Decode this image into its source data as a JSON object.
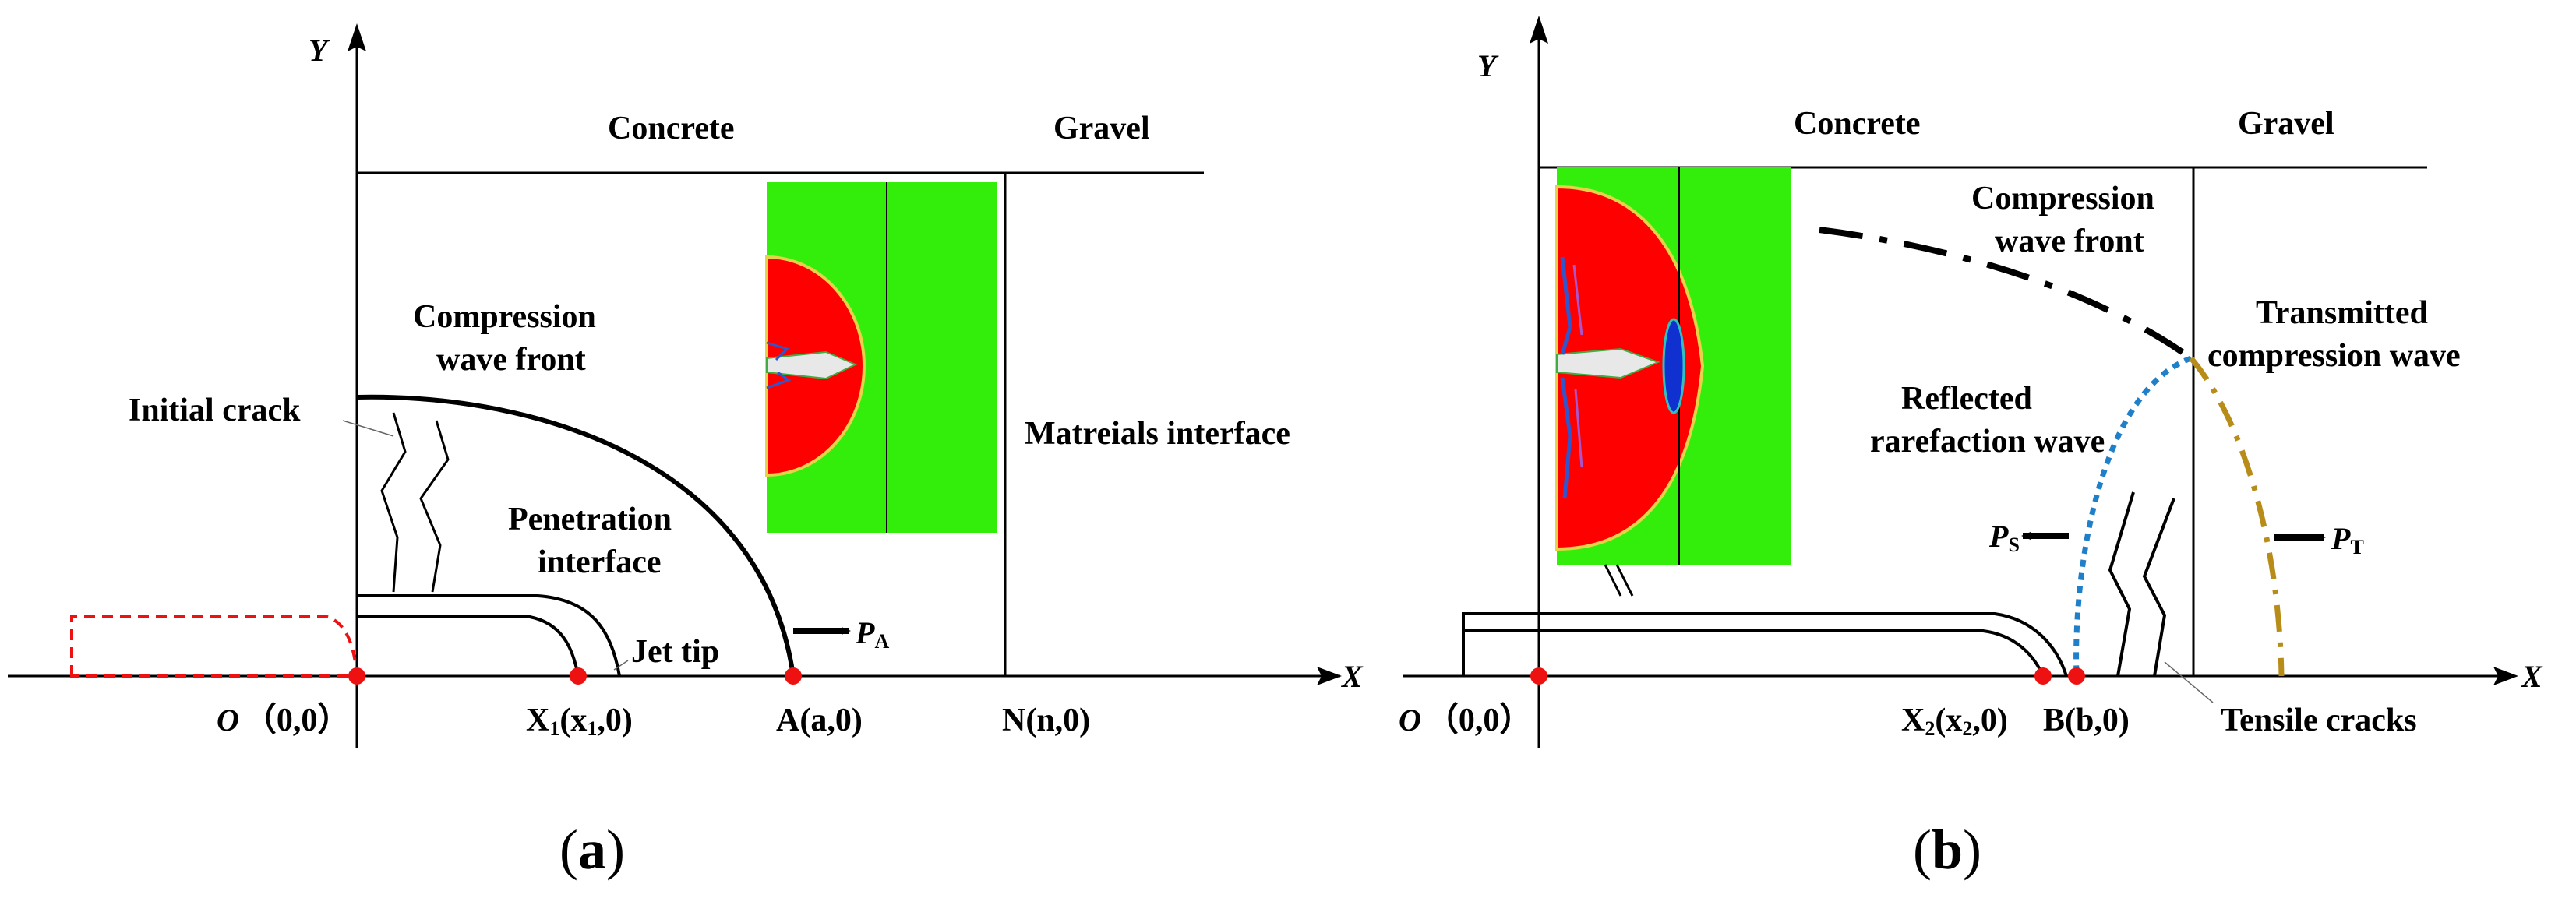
{
  "panels": [
    {
      "caption_open": "(",
      "caption_letter": "a",
      "caption_close": ")",
      "axis_x": "X",
      "axis_y": "Y",
      "material_left": "Concrete",
      "material_right": "Gravel",
      "labels": {
        "compression_line1": "Compression",
        "compression_line2": "wave front",
        "initial_crack": "Initial crack",
        "penetration_line1": "Penetration",
        "penetration_line2": "interface",
        "jet_tip": "Jet tip",
        "materials_interface": "Matreials interface",
        "pressure_symbol": "P",
        "pressure_sub": "A"
      },
      "points": {
        "origin_o": "O",
        "origin_coords": "（0,0）",
        "x1_prefix": "X",
        "x1_sub": "1",
        "x1_open": "(x",
        "x1_sub2": "1",
        "x1_close": ",0)",
        "a_point": "A(a,0)",
        "n_point": "N(n,0)"
      }
    },
    {
      "caption_open": "(",
      "caption_letter": "b",
      "caption_close": ")",
      "axis_x": "X",
      "axis_y": "Y",
      "material_left": "Concrete",
      "material_right": "Gravel",
      "labels": {
        "compression_line1": "Compression",
        "compression_line2": "wave front",
        "transmitted_line1": "Transmitted",
        "transmitted_line2": "compression wave",
        "reflected_line1": "Reflected",
        "reflected_line2": "rarefaction wave",
        "ps_symbol": "P",
        "ps_sub": "S",
        "pt_symbol": "P",
        "pt_sub": "T",
        "tensile_cracks": "Tensile cracks"
      },
      "points": {
        "origin_o": "O",
        "origin_coords": "（0,0）",
        "x2_prefix": "X",
        "x2_sub": "2",
        "x2_open": "(x",
        "x2_sub2": "2",
        "x2_close": ",0)",
        "b_point": "B(b,0)"
      }
    }
  ],
  "colors": {
    "concrete_green": "#33ee0a",
    "stress_red": "#ff0000",
    "marker_red": "#ee1111",
    "reflected_blue": "#1f7fc8",
    "transmitted_gold": "#b88c18",
    "tension_blue": "#1030d0"
  }
}
